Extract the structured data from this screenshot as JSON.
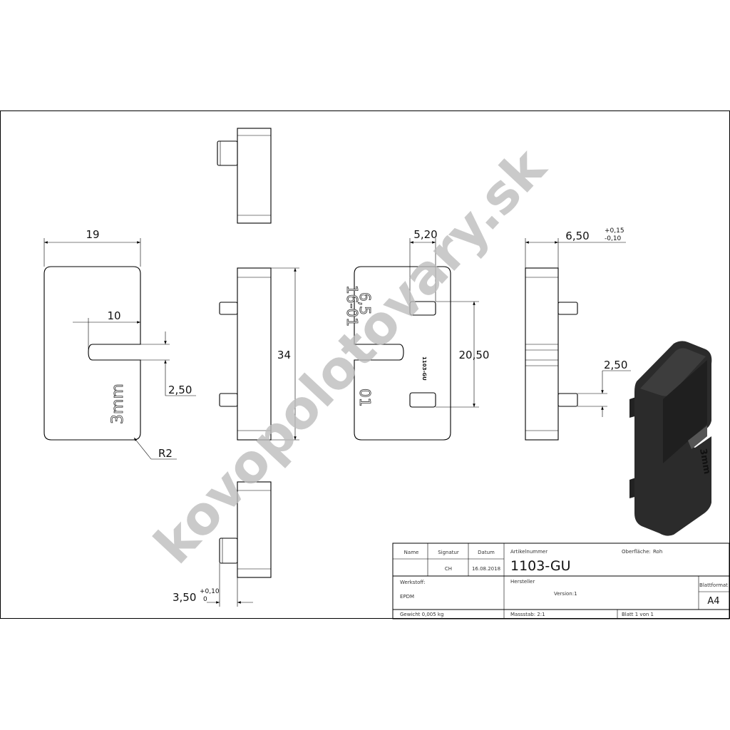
{
  "dimensions": {
    "width": "19",
    "slot_depth": "10",
    "slot_width": "2,50",
    "radius": "R2",
    "height": "34",
    "pin_width": "5,20",
    "pin_spacing": "20,50",
    "thickness": "6,50",
    "thickness_tol_upper": "+0,15",
    "thickness_tol_lower": "-0,10",
    "pin_height": "2,50",
    "pin_length": "3,50",
    "pin_length_tol_upper": "+0,10",
    "pin_length_tol_lower": "0"
  },
  "engravings": {
    "front": "3mm",
    "back_line1": "6,5",
    "back_line2": "16-01",
    "back_code": "1103-GU",
    "back_bottom": "01",
    "iso": "3mm"
  },
  "watermark": "kovopolotovary.sk",
  "title_block": {
    "name_label": "Name",
    "signature_label": "Signatur",
    "date_label": "Datum",
    "signature": "CH",
    "date": "16.08.2018",
    "article_label": "Artikelnummer",
    "article_number": "1103-GU",
    "surface_label": "Oberfläche:",
    "surface": "Roh",
    "material_label": "Werkstoff:",
    "material": "EPDM",
    "manufacturer_label": "Hersteller",
    "version": "Version:1",
    "format_label": "Blattformat",
    "format": "A4",
    "weight": "Gewicht 0,005 kg",
    "scale": "Massstab: 2:1",
    "sheet": "Blatt 1 von 1"
  }
}
